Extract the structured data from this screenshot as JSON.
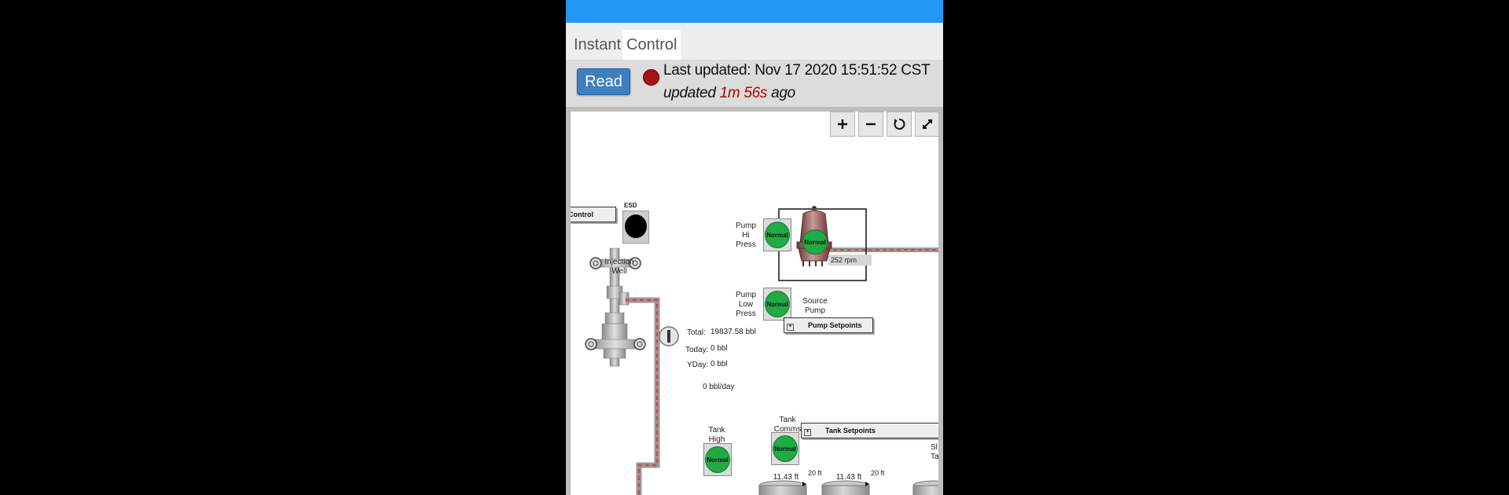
{
  "tabs": [
    {
      "label": "Instant",
      "active": false
    },
    {
      "label": "Control",
      "active": true
    }
  ],
  "status": {
    "read_label": "Read",
    "indicator_color": "#aa1111",
    "last_updated": "Last updated: Nov 17 2020 15:51:52 CST",
    "updated_prefix": "updated",
    "updated_age": "1m 56s",
    "updated_suffix": "ago"
  },
  "zoom_controls": {
    "zoom_in": "zoom-in-icon",
    "zoom_out": "zoom-out-icon",
    "reset": "reset-icon",
    "fullscreen": "fullscreen-icon"
  },
  "diagram": {
    "control_label": "Control",
    "esd_label": "ESD",
    "injection_well_label": "Injection\nWell",
    "total_label": "Total:",
    "total_value": "19837.58 bbl",
    "today_label": "Today:",
    "today_value": "0 bbl",
    "yday_label": "YDay:",
    "yday_value": "0 bbl",
    "rate_value": "0 bbl/day",
    "pump_hi_press_label": "Pump\nHi\nPress",
    "pump_hi_press_status": "Normal",
    "pump_low_press_label": "Pump\nLow\nPress",
    "pump_low_press_status": "Normal",
    "source_pump_label": "Source\nPump",
    "source_pump_status": "Normal",
    "pump_rpm": "252 rpm",
    "pump_setpoints_label": "Pump Setpoints",
    "tank_setpoints_label": "Tank Setpoints",
    "tank_high_label": "Tank\nHigh",
    "tank_high_status": "Normal",
    "tank_comms_label": "Tank\nComms",
    "tank_comms_status": "Normal",
    "tank1_level": "11.43 ft",
    "tank1_height": "20 ft",
    "tank2_level": "11.43 ft",
    "tank2_height": "20 ft",
    "slop_tank_label_partial": "Sl\nTa"
  },
  "colors": {
    "top_bar": "#2196f3",
    "normal_green": "#22aa44",
    "alarm_red": "#b00000",
    "read_button": "#3e7fc1"
  }
}
